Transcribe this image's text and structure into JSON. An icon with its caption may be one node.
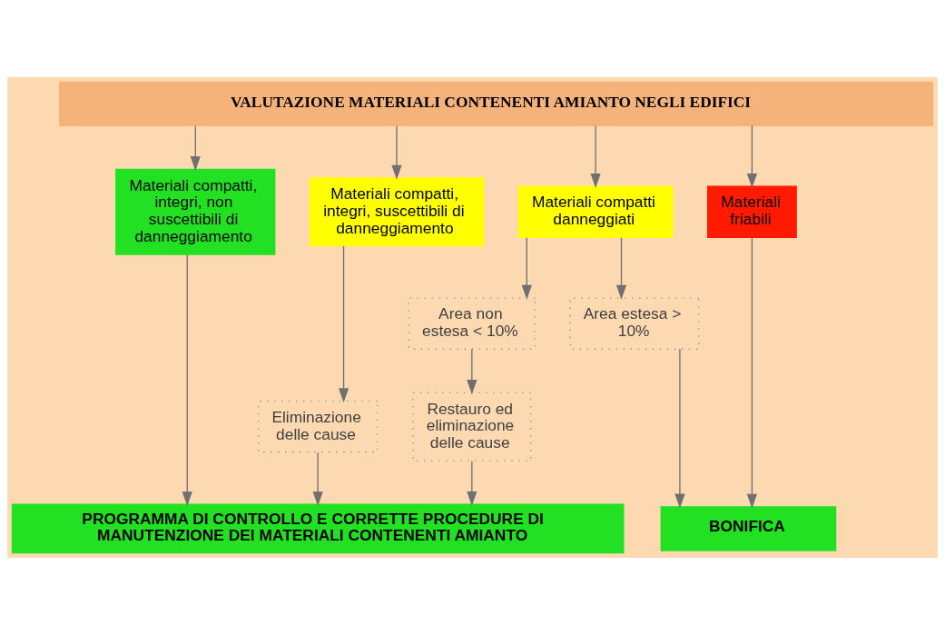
{
  "diagram": {
    "nodes": [
      {
        "text": [
          "VALUTAZIONE MATERIALI CONTENENTI AMIANTO NEGLI EDIFICI"
        ]
      },
      {
        "text": [
          "Materiali compatti, integri, non suscettibili di danneggiamento"
        ]
      },
      {
        "text": [
          "Materiali compatti, integri, suscettibili di danneggiamento"
        ]
      },
      {
        "text": [
          "Materiali compatti danneggiati"
        ]
      },
      {
        "text": [
          "Materiali friabili"
        ]
      },
      {
        "text": [
          "Eliminazione delle cause"
        ]
      },
      {
        "text": [
          "Area non estesa < 10%"
        ]
      },
      {
        "text": [
          "Area estesa > 10%"
        ]
      },
      {
        "text": [
          "Restauro ed eliminazione delle cause"
        ]
      },
      {
        "text": [
          "PROGRAMMA DI CONTROLLO E CORRETTE PROCEDURE DI MANUTENZIONE DEI MATERIALI CONTENENTI AMIANTO"
        ]
      },
      {
        "text": [
          "BONIFICA"
        ]
      }
    ],
    "edges": [
      {
        "from": 0,
        "to": 1,
        "arrow": "to"
      },
      {
        "from": 0,
        "to": 2,
        "arrow": "to"
      },
      {
        "from": 0,
        "to": 3,
        "arrow": "to"
      },
      {
        "from": 0,
        "to": 4,
        "arrow": "to"
      },
      {
        "from": 1,
        "to": 9,
        "arrow": "to"
      },
      {
        "from": 2,
        "to": 5,
        "arrow": "to"
      },
      {
        "from": 5,
        "to": 9,
        "arrow": "to"
      },
      {
        "from": 3,
        "to": 6,
        "arrow": "to"
      },
      {
        "from": 3,
        "to": 7,
        "arrow": "to"
      },
      {
        "from": 6,
        "to": 8,
        "arrow": "to"
      },
      {
        "from": 8,
        "to": 9,
        "arrow": "to"
      },
      {
        "from": 7,
        "to": 10,
        "arrow": "to"
      },
      {
        "from": 4,
        "to": 10,
        "arrow": "to"
      }
    ]
  }
}
